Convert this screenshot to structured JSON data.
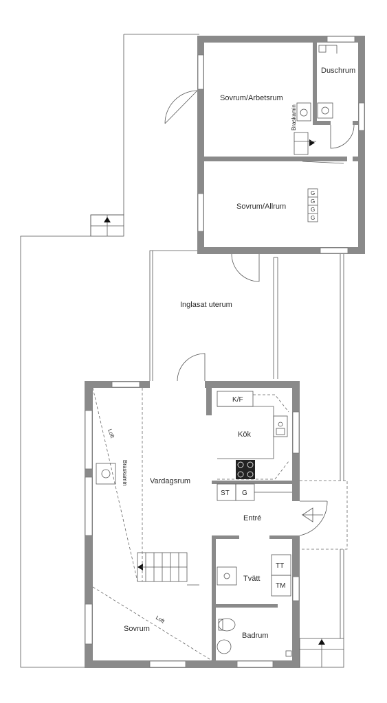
{
  "rooms": {
    "sovrum_arbetsrum": "Sovrum/Arbetsrum",
    "duschrum": "Duschrum",
    "sovrum_allrum": "Sovrum/Allrum",
    "inglasat_uterum": "Inglasat uterum",
    "kok": "Kök",
    "vardagsrum": "Vardagsrum",
    "entre": "Entré",
    "tvatt": "Tvätt",
    "sovrum": "Sovrum",
    "badrum": "Badrum"
  },
  "labels": {
    "braskamin_upper": "Braskamin",
    "braskamin_lower": "Braskamin",
    "loft_upper": "Loft",
    "loft_lower": "Loft",
    "kf": "K/F",
    "st": "ST",
    "g": "G",
    "tt": "TT",
    "tm": "TM",
    "g1": "G",
    "g2": "G",
    "g3": "G",
    "g4": "G"
  },
  "colors": {
    "wall": "#8a8a8a",
    "line": "#555555",
    "background": "#ffffff"
  }
}
